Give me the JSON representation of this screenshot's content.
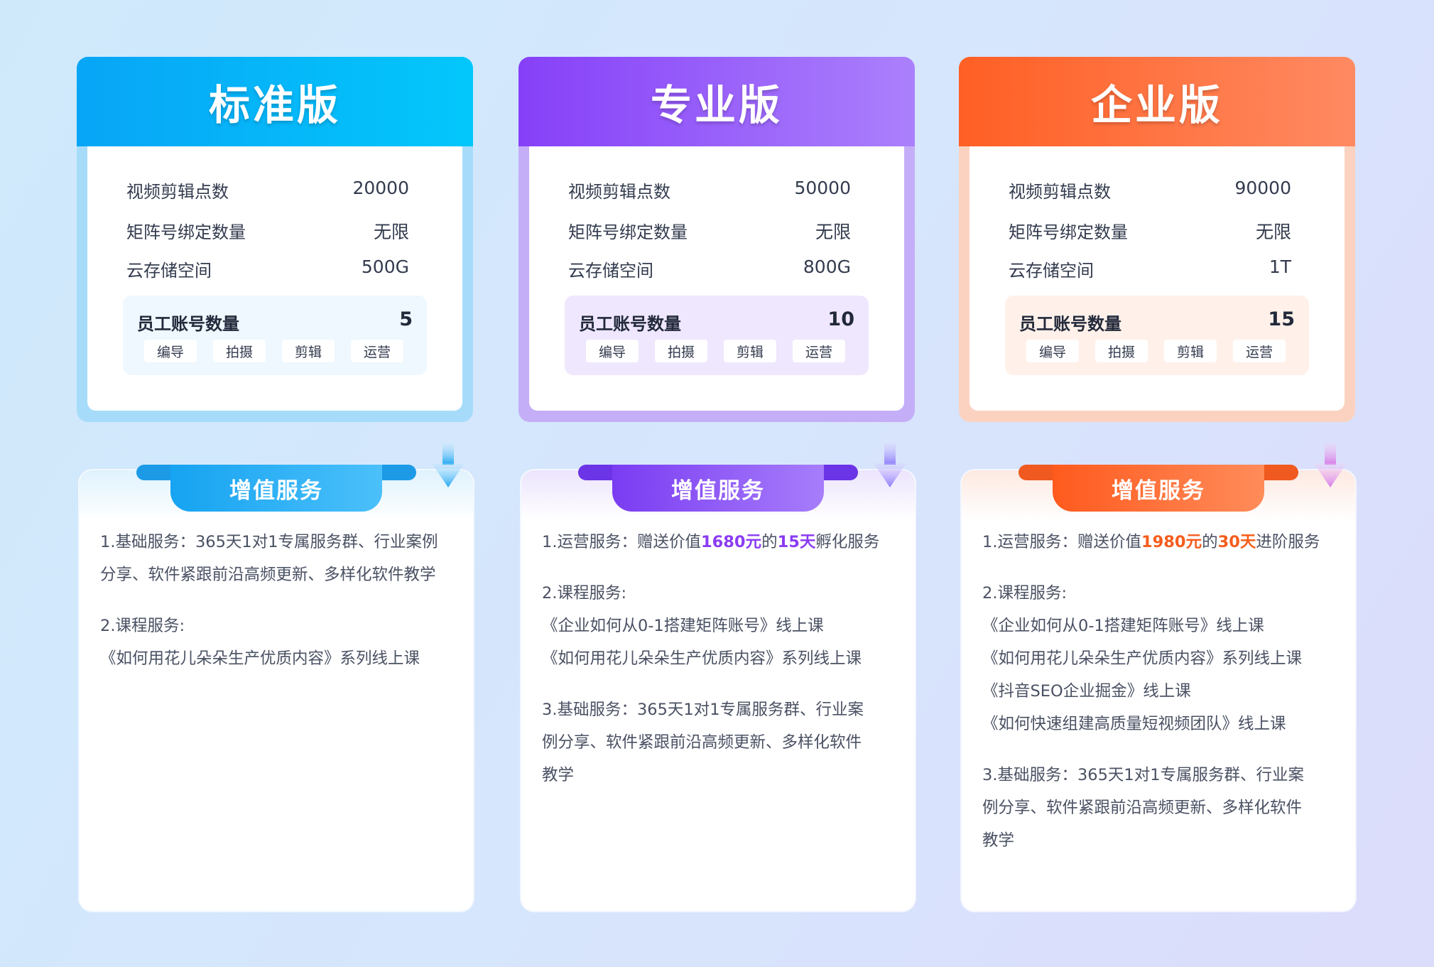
{
  "plans": [
    {
      "title": "标准版",
      "specs": [
        {
          "label": "视频剪辑点数",
          "value": "20000"
        },
        {
          "label": "矩阵号绑定数量",
          "value": "无限"
        },
        {
          "label": "云存储空间",
          "value": "500G"
        }
      ],
      "staff": {
        "label": "员工账号数量",
        "value": "5",
        "roles": [
          "编导",
          "拍摄",
          "剪辑",
          "运营"
        ]
      },
      "services": {
        "ribbon": "增值服务",
        "items": [
          [
            "1.基础服务：365天1对1专属服务群、行业案例",
            "分享、软件紧跟前沿高频更新、多样化软件教学"
          ],
          [
            "2.课程服务:",
            "《如何用花儿朵朵生产优质内容》系列线上课"
          ]
        ]
      }
    },
    {
      "title": "专业版",
      "specs": [
        {
          "label": "视频剪辑点数",
          "value": "50000"
        },
        {
          "label": "矩阵号绑定数量",
          "value": "无限"
        },
        {
          "label": "云存储空间",
          "value": "800G"
        }
      ],
      "staff": {
        "label": "员工账号数量",
        "value": "10",
        "roles": [
          "编导",
          "拍摄",
          "剪辑",
          "运营"
        ]
      },
      "services": {
        "ribbon": "增值服务",
        "promo": {
          "prefix": "1.运营服务：赠送价值",
          "price": "1680元",
          "mid": "的",
          "days": "15天",
          "suffix": "孵化服务"
        },
        "items": [
          [
            "2.课程服务:",
            "《企业如何从0-1搭建矩阵账号》线上课",
            "《如何用花儿朵朵生产优质内容》系列线上课"
          ],
          [
            "3.基础服务：365天1对1专属服务群、行业案",
            "例分享、软件紧跟前沿高频更新、多样化软件",
            "教学"
          ]
        ]
      }
    },
    {
      "title": "企业版",
      "specs": [
        {
          "label": "视频剪辑点数",
          "value": "90000"
        },
        {
          "label": "矩阵号绑定数量",
          "value": "无限"
        },
        {
          "label": "云存储空间",
          "value": "1T"
        }
      ],
      "staff": {
        "label": "员工账号数量",
        "value": "15",
        "roles": [
          "编导",
          "拍摄",
          "剪辑",
          "运营"
        ]
      },
      "services": {
        "ribbon": "增值服务",
        "promo": {
          "prefix": "1.运营服务：赠送价值",
          "price": "1980元",
          "mid": "的",
          "days": "30天",
          "suffix": "进阶服务"
        },
        "items": [
          [
            "2.课程服务:",
            "《企业如何从0-1搭建矩阵账号》线上课",
            "《如何用花儿朵朵生产优质内容》系列线上课",
            "《抖音SEO企业掘金》线上课",
            "《如何快速组建高质量短视频团队》线上课"
          ],
          [
            "3.基础服务：365天1对1专属服务群、行业案",
            "例分享、软件紧跟前沿高频更新、多样化软件",
            "教学"
          ]
        ]
      }
    }
  ],
  "colors": {
    "standard_accent": "#08a5f6",
    "professional_accent": "#8640f8",
    "enterprise_accent": "#ff5f24",
    "professional_highlight": "#8a3cf2",
    "enterprise_highlight": "#f55d1d"
  },
  "icons": {
    "service_arrow": "down-arrow-icon"
  }
}
